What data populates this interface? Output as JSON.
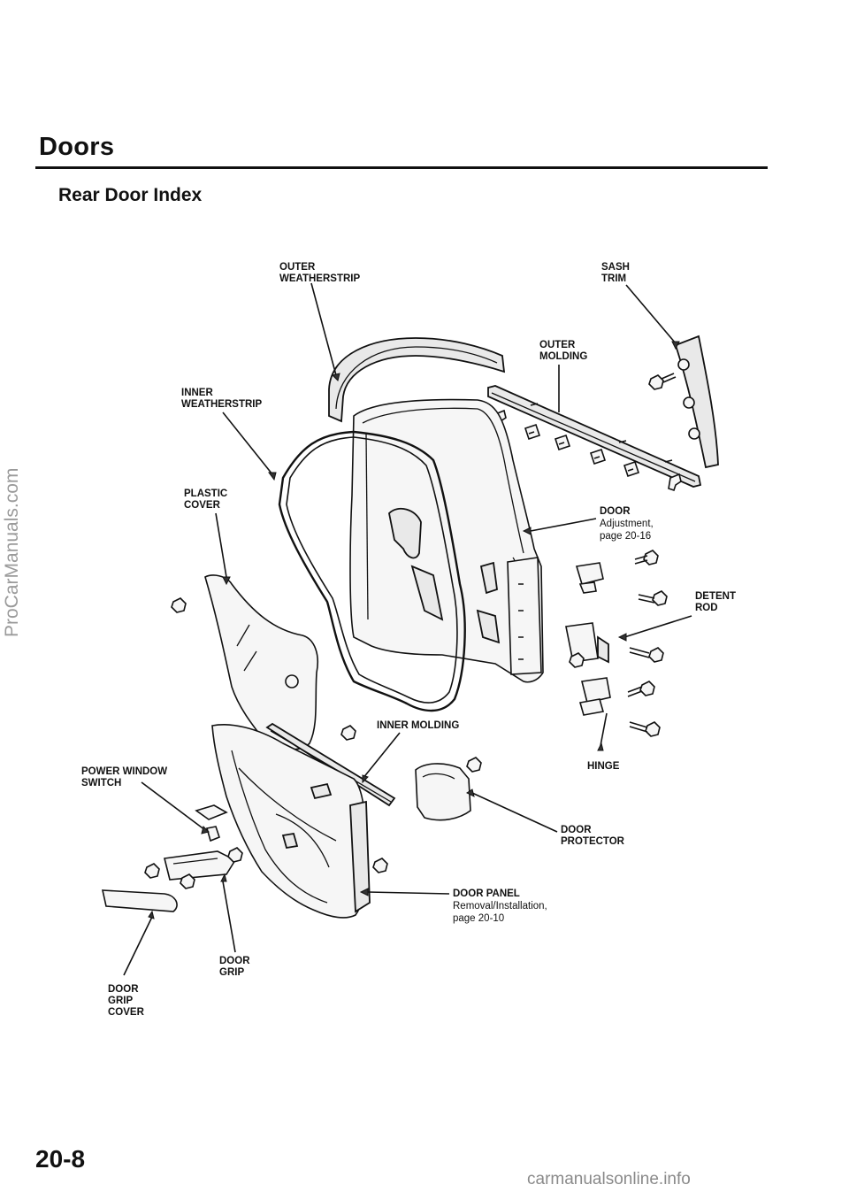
{
  "header": {
    "title": "Doors",
    "subtitle": "Rear Door Index"
  },
  "labels": {
    "outer_weatherstrip": "OUTER\nWEATHERSTRIP",
    "sash_trim": "SASH\nTRIM",
    "outer_molding": "OUTER\nMOLDING",
    "inner_weatherstrip": "INNER\nWEATHERSTRIP",
    "plastic_cover": "PLASTIC\nCOVER",
    "door": "DOOR",
    "door_note": "Adjustment,\npage 20-16",
    "detent_rod": "DETENT\nROD",
    "inner_molding": "INNER MOLDING",
    "hinge": "HINGE",
    "power_window_switch": "POWER WINDOW\nSWITCH",
    "door_protector": "DOOR\nPROTECTOR",
    "door_panel": "DOOR PANEL",
    "door_panel_note": "Removal/Installation,\npage 20-10",
    "door_grip": "DOOR\nGRIP",
    "door_grip_cover": "DOOR\nGRIP\nCOVER"
  },
  "footer": {
    "page_number": "20-8"
  },
  "watermarks": {
    "left": "ProCarManuals.com",
    "bottom": "carmanualsonline.info"
  }
}
